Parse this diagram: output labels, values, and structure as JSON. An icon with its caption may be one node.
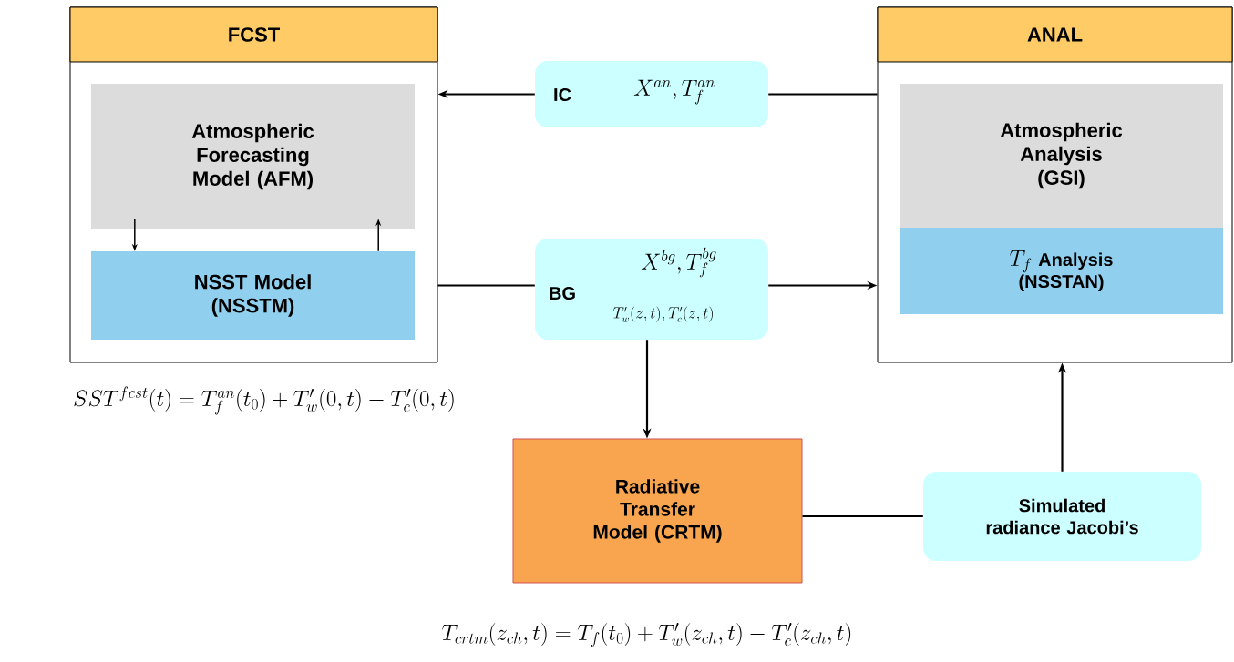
{
  "diagram": {
    "nodes": [
      {
        "text": [
          "FCST"
        ]
      },
      {
        "text": [
          "Atmospheric Forecasting Model (AFM)"
        ],
        "in": 0
      },
      {
        "text": [
          "NSST Model (NSSTM)"
        ],
        "in": 0
      },
      {
        "text": [
          "IC",
          "X^{an},T_f^{an}"
        ]
      },
      {
        "text": [
          "ANAL"
        ]
      },
      {
        "text": [
          "Atmospheric Analysis (GSI)"
        ],
        "in": 4
      },
      {
        "text": [
          "T_f",
          "Analysis (NSSTAN)"
        ],
        "in": 4
      },
      {
        "text": [
          "BG",
          "X^{bg},T_f^{bg}",
          "T_w^{\\prime}(z,t),T_c^{\\prime}(z,t)"
        ]
      },
      {
        "text": [
          "Radiative Transfer Model (CRTM)"
        ]
      },
      {
        "text": [
          "Simulated radiance Jacobi’s"
        ]
      }
    ],
    "edges": [
      {
        "from": 4,
        "to": 3,
        "arrow": "none"
      },
      {
        "from": 3,
        "to": 0,
        "arrow": "to"
      },
      {
        "from": 0,
        "to": 7,
        "arrow": "none"
      },
      {
        "from": 7,
        "to": 4,
        "arrow": "to"
      },
      {
        "from": 7,
        "to": 8,
        "arrow": "to"
      },
      {
        "from": 8,
        "to": 9,
        "arrow": "none"
      },
      {
        "from": 9,
        "to": 4,
        "arrow": "to"
      },
      {
        "from": 1,
        "to": 2,
        "arrow": "to"
      },
      {
        "from": 2,
        "to": 1,
        "arrow": "to"
      }
    ],
    "labels": [
      "SST^{fcst}(t)=T_f^{an}(t_0)+T_w^{\\prime}(0,t)-T_c^{\\prime}(0,t)",
      "T_{crtm}(z_{ch},t)=T_f(t_0)+T_w^{\\prime}(z_{ch},t)-T_c^{\\prime}(z_{ch},t)"
    ]
  }
}
